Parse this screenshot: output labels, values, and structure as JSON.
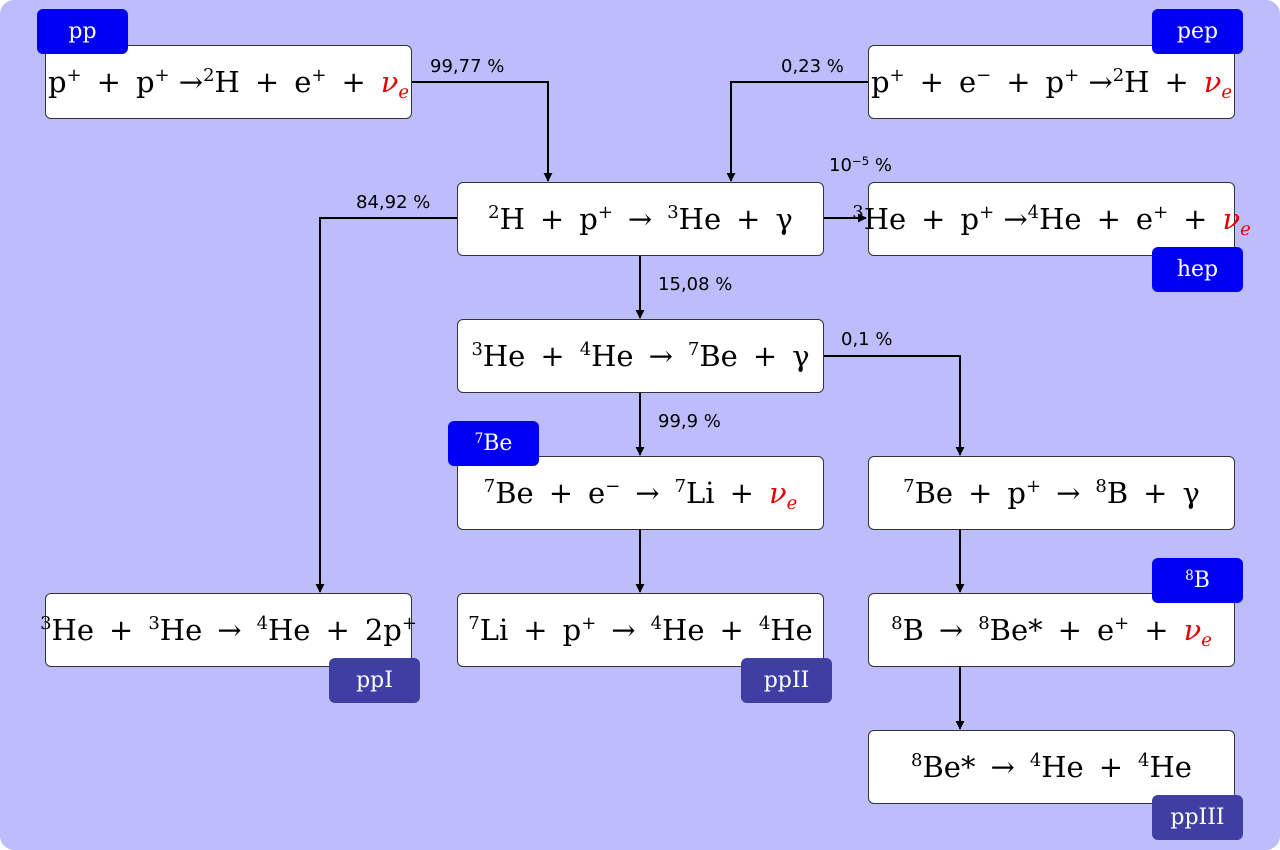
{
  "colors": {
    "background": "#bdbdfb",
    "box_fill": "#ffffff",
    "box_border": "#333333",
    "neutrino": "#e60000",
    "tag_blue": "#0000f5",
    "tag_dark": "#3e3ea3",
    "arrow": "#000000"
  },
  "s": {
    "p": "p",
    "e": "e",
    "plus": "+",
    "minus": "−",
    "arrow": "→",
    "H": "H",
    "He": "He",
    "Be": "Be",
    "Li": "Li",
    "B": "B",
    "gamma": "γ",
    "nu": "ν",
    "star": "*",
    "one": "1",
    "two": "2",
    "three": "3",
    "four": "4",
    "seven": "7",
    "eight": "8",
    "twop": "2p"
  },
  "tags": {
    "pp": "pp",
    "pep": "pep",
    "hep": "hep",
    "be7_iso": "7",
    "be7_sym": "Be",
    "b8_iso": "8",
    "b8_sym": "B",
    "ppI": "ppI",
    "ppII": "ppII",
    "ppIII": "ppIII"
  },
  "percents": {
    "pp": "99,77 %",
    "pep": "0,23 %",
    "hep_base": "10",
    "hep_exp": "−5",
    "hep_unit": " %",
    "ppI": "84,92 %",
    "he4_branch": "15,08 %",
    "ppIII": "0,1 %",
    "ppII": "99,9 %"
  }
}
